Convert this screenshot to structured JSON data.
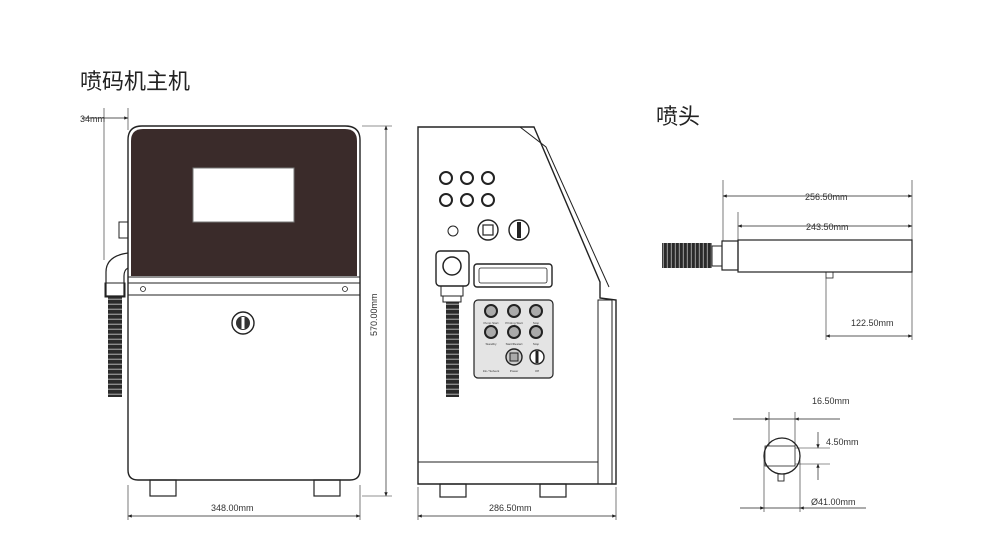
{
  "titles": {
    "main_unit": "喷码机主机",
    "nozzle": "喷头"
  },
  "dimensions": {
    "handle_width": "34mm",
    "height": "570.00mm",
    "front_width": "348.00mm",
    "side_depth": "286.50mm",
    "nozzle_total": "256.50mm",
    "nozzle_body": "243.50mm",
    "nozzle_offset": "122.50mm",
    "nozzle_top": "16.50mm",
    "nozzle_small": "4.50mm",
    "nozzle_diameter": "Ø41.00mm"
  },
  "panel_labels": {
    "l1": "Pump Start",
    "l2": "Printing Start",
    "l3": "Stop",
    "l4": "Standby",
    "l5": "Start/Restart",
    "l6": "Stop",
    "l7": "Ink / Solvent",
    "l8": "Power",
    "l9": "Off"
  },
  "colors": {
    "screen_bezel": "#3a2b2a",
    "line": "#222222",
    "conduit": "#2a2a2a"
  }
}
